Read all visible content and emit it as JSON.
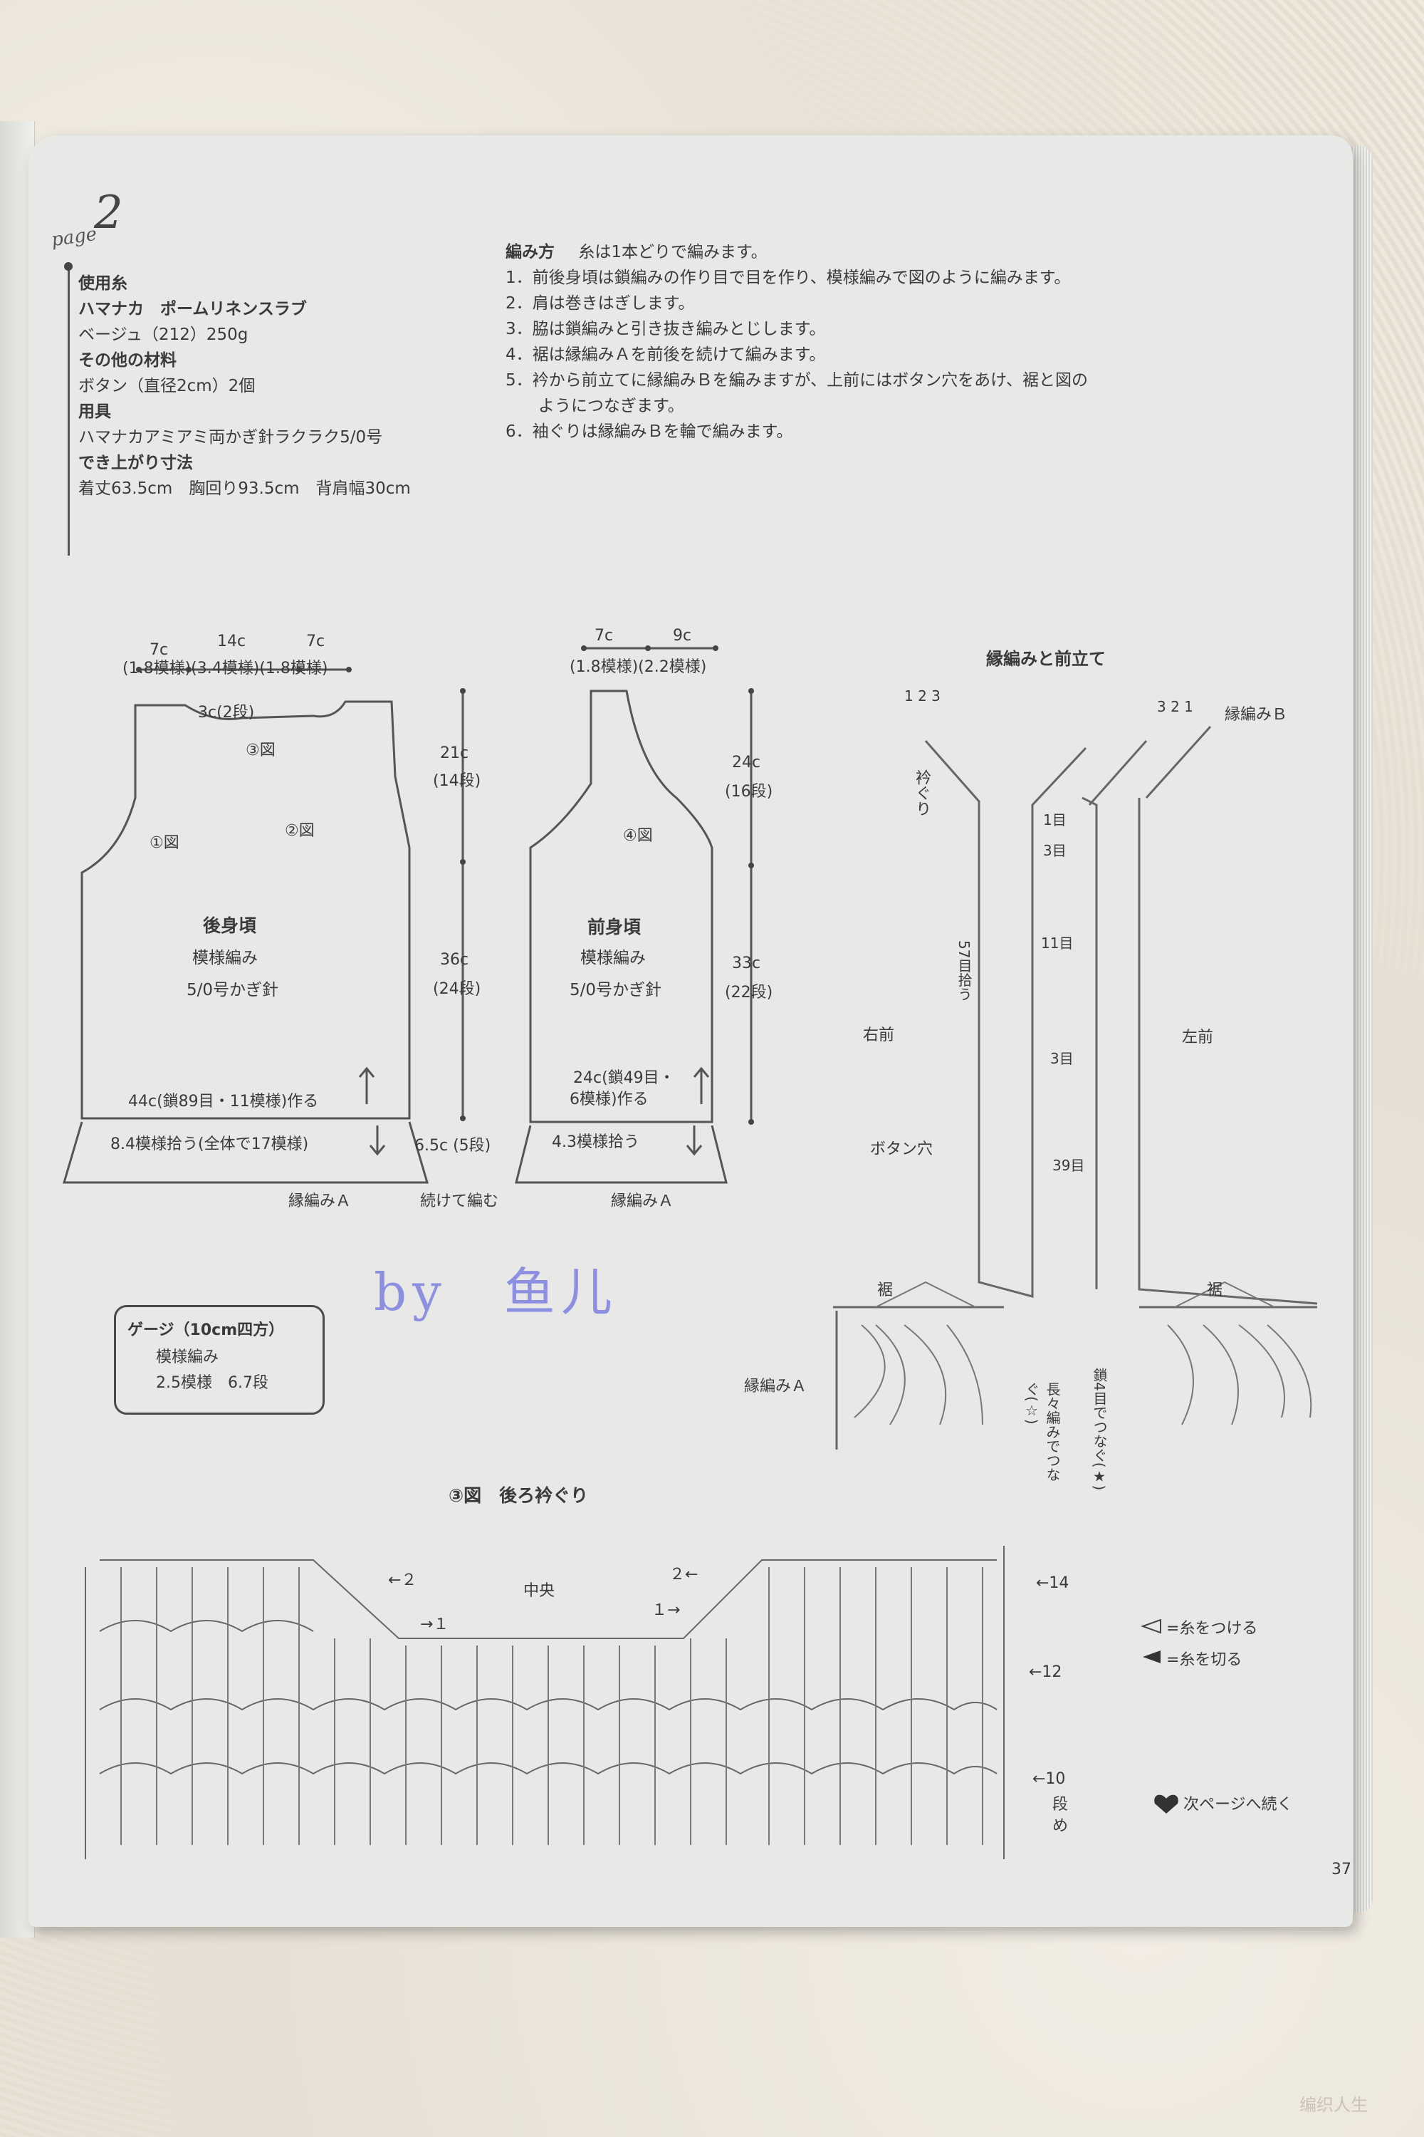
{
  "header": {
    "page_prefix": "page",
    "page_label": "2"
  },
  "materials": {
    "yarn_heading": "使用糸",
    "yarn_name": "ハマナカ　ポームリネンスラブ",
    "yarn_detail": "ベージュ（212）250g",
    "other_heading": "その他の材料",
    "other_detail": "ボタン（直径2cm）2個",
    "tools_heading": "用具",
    "tools_detail": "ハマナカアミアミ両かぎ針ラクラク5/0号",
    "size_heading": "でき上がり寸法",
    "size_detail": "着丈63.5cm　胸回り93.5cm　背肩幅30cm"
  },
  "instructions": {
    "heading": "編み方",
    "intro": "糸は1本どりで編みます。",
    "steps": [
      "1．前後身頃は鎖編みの作り目で目を作り、模様編みで図のように編みます。",
      "2．肩は巻きはぎします。",
      "3．脇は鎖編みと引き抜き編みとじします。",
      "4．裾は縁編みＡを前後を続けて編みます。",
      "5．衿から前立てに縁編みＢを編みますが、上前にはボタン穴をあけ、裾と図の",
      "　　ようにつなぎます。",
      "6．袖ぐりは縁編みＢを輪で編みます。"
    ]
  },
  "back_body": {
    "top_7c_left": "7c",
    "top_14c": "14c",
    "top_7c_right": "7c",
    "top_sub": "(1.8模様)(3.4模様)(1.8模様)",
    "neck_3c": "3c",
    "neck_rows": "(2段)",
    "fig3": "③図",
    "fig1": "①図",
    "fig2": "②図",
    "name": "後身頃",
    "stitch": "模様編み",
    "hook": "5/0号かぎ針",
    "base": "44c(鎖89目・11模様)作る",
    "pickup": "8.4模様拾う(全体で17模様)",
    "dim_upper": "21c",
    "dim_upper_rows": "(14段)",
    "dim_lower": "36c",
    "dim_lower_rows": "(24段)",
    "hem_dim": "6.5c (5段)"
  },
  "front_body": {
    "top_7c": "7c",
    "top_9c": "9c",
    "top_sub": "(1.8模様)(2.2模様)",
    "fig4": "④図",
    "name": "前身頃",
    "stitch": "模様編み",
    "hook": "5/0号かぎ針",
    "base_1": "24c(鎖49目・",
    "base_2": "6模様)作る",
    "pickup": "4.3模様拾う",
    "dim_upper": "24c",
    "dim_upper_rows": "(16段)",
    "dim_lower": "33c",
    "dim_lower_rows": "(22段)"
  },
  "hem_labels": {
    "edge_a_left": "縁編みＡ",
    "continue": "続けて編む",
    "edge_a_right": "縁編みＡ"
  },
  "watermark_handwritten": "by　鱼儿",
  "gauge": {
    "title": "ゲージ（10cm四方）",
    "line1": "模様編み",
    "line2": "2.5模様　6.7段"
  },
  "edging_diagram": {
    "title": "縁編みと前立て",
    "edge_b": "縁編みＢ",
    "left_nums": "1 2 3",
    "right_nums": "3 2 1",
    "armhole": "衿ぐり",
    "r1": "1目",
    "r3a": "3目",
    "r11": "11目",
    "r57": "57目拾う",
    "r3b": "3目",
    "r39": "39目",
    "right_front": "右前",
    "left_front": "左前",
    "buttonhole": "ボタン穴",
    "hem_left": "裾",
    "hem_right": "裾",
    "edge_a": "縁編みＡ",
    "long_st": "長々編みでつなぐ(☆)",
    "chain_join": "鎖4目でつなぐ(★)"
  },
  "neck_chart": {
    "title": "③図　後ろ衿ぐり",
    "center": "中央",
    "arrow_2a": "←２",
    "arrow_1a": "→１",
    "arrow_2b": "２←",
    "arrow_1b": "１→",
    "row14": "←14",
    "row12": "←12",
    "row10_a": "←10",
    "row10_b": "段",
    "row10_c": "め"
  },
  "legend": {
    "attach": "=糸をつける",
    "cut": "=糸を切る",
    "continued": "次ページへ続く"
  },
  "page_number": "37",
  "site_watermark": "编织人生"
}
